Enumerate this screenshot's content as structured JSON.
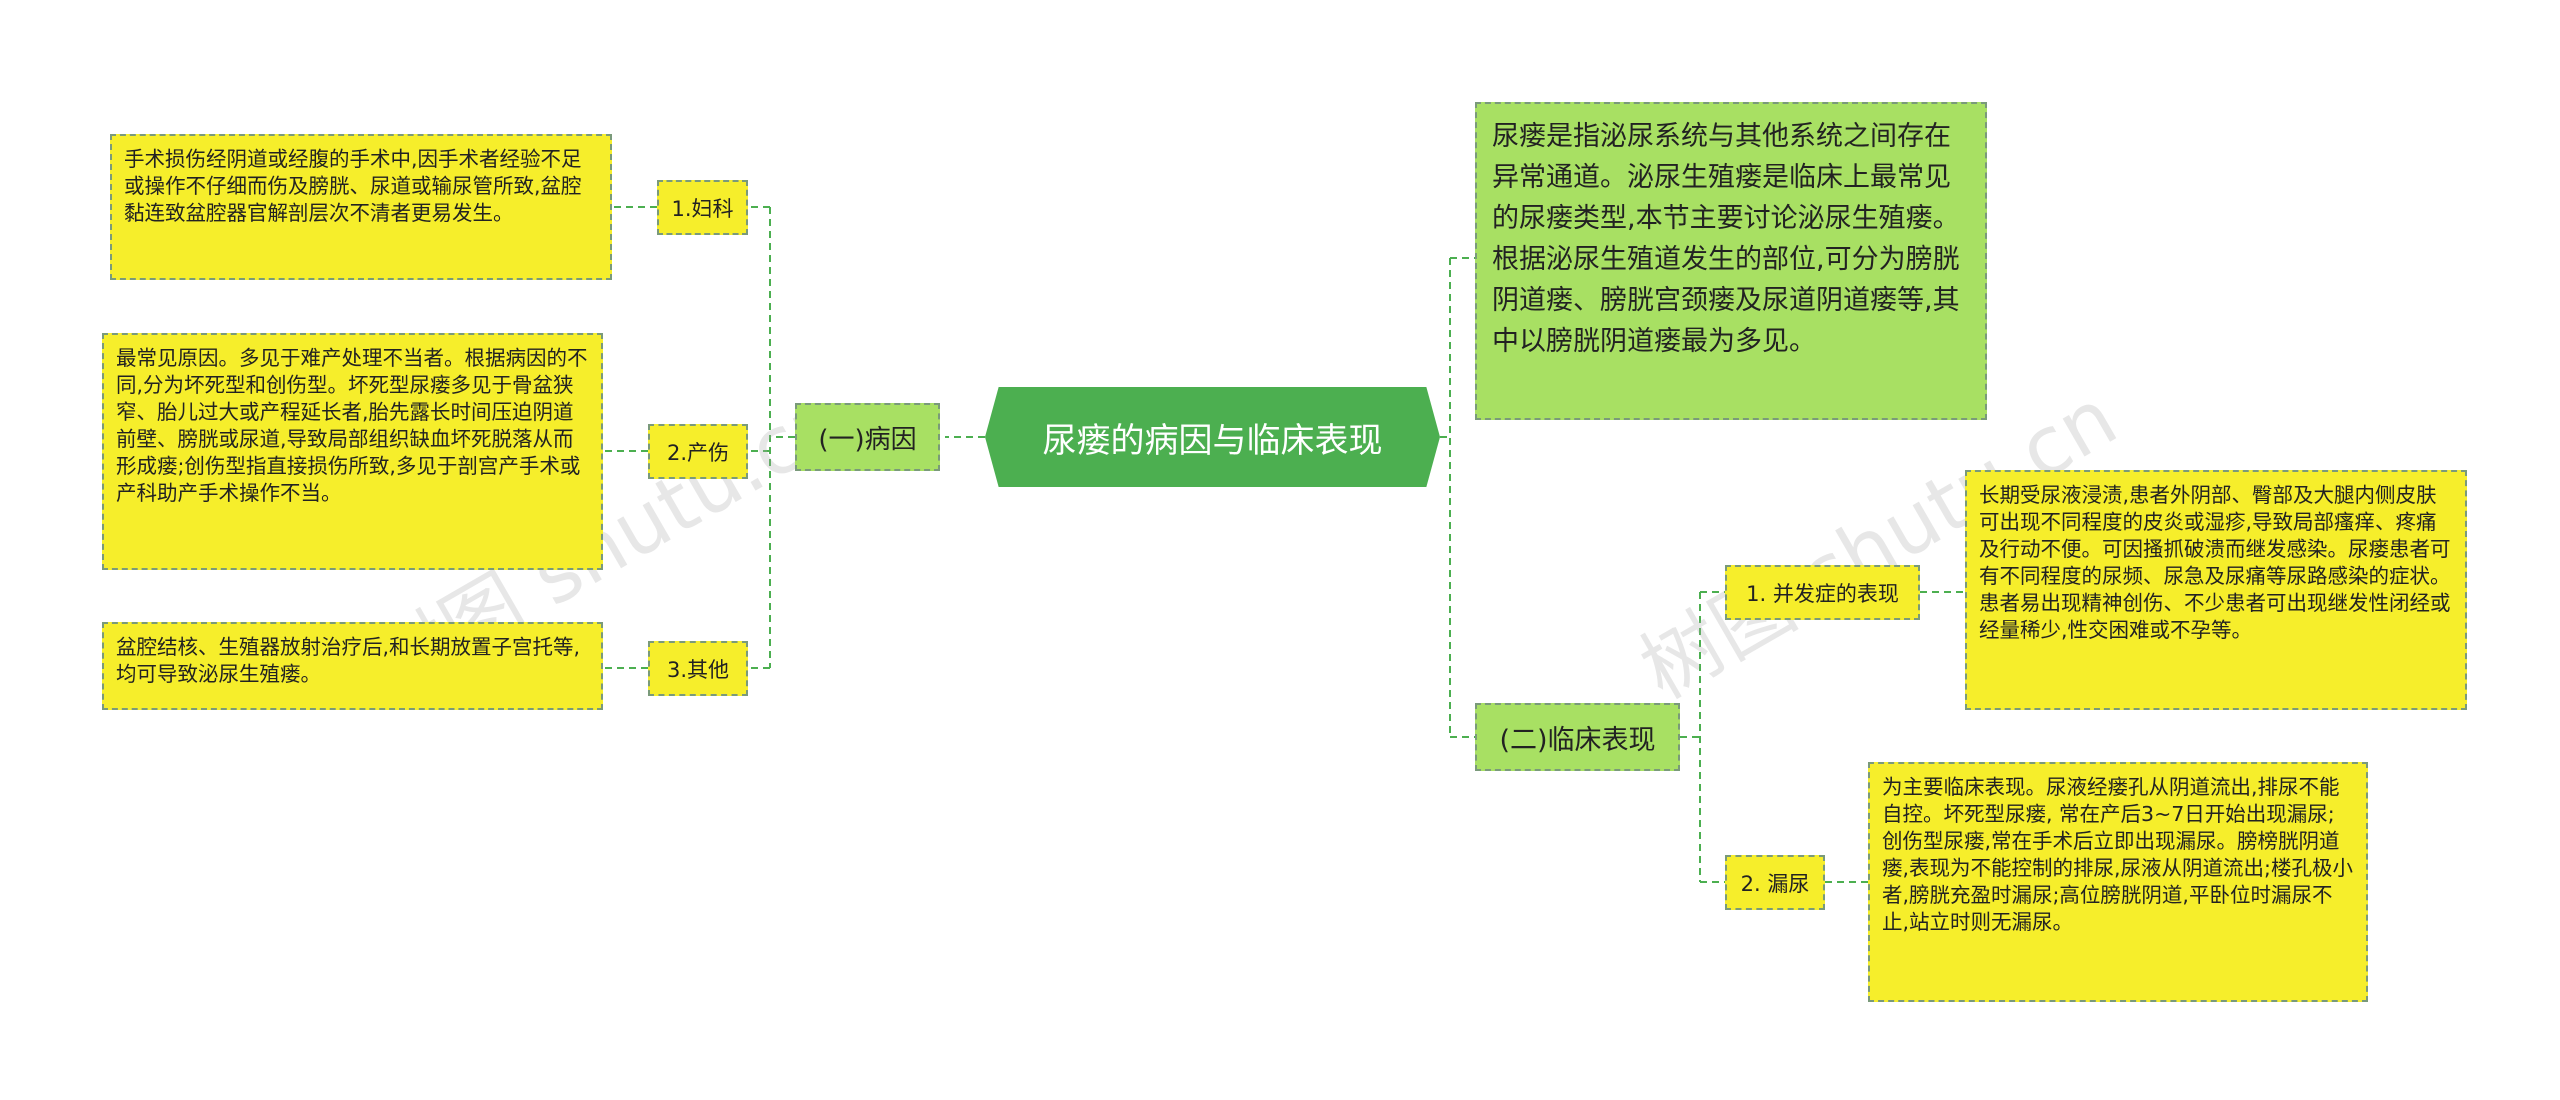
{
  "root": {
    "title": "尿瘘的病因与临床表现"
  },
  "causes": {
    "label": "(一)病因",
    "items": [
      {
        "label": "1.妇科",
        "text": "手术损伤经阴道或经腹的手术中,因手术者经验不足或操作不仔细而伤及膀胱、尿道或输尿管所致,盆腔黏连致盆腔器官解剖层次不清者更易发生。"
      },
      {
        "label": "2.产伤",
        "text": "最常见原因。多见于难产处理不当者。根据病因的不同,分为坏死型和创伤型。坏死型尿瘘多见于骨盆狭窄、胎儿过大或产程延长者,胎先露长时间压迫阴道前壁、膀胱或尿道,导致局部组织缺血坏死脱落从而形成瘘;创伤型指直接损伤所致,多见于剖宫产手术或产科助产手术操作不当。"
      },
      {
        "label": "3.其他",
        "text": "盆腔结核、生殖器放射治疗后,和长期放置子宫托等,均可导致泌尿生殖瘘。"
      }
    ]
  },
  "definition": {
    "text": "尿瘘是指泌尿系统与其他系统之间存在异常通道。泌尿生殖瘘是临床上最常见的尿瘘类型,本节主要讨论泌尿生殖瘘。根据泌尿生殖道发生的部位,可分为膀胱阴道瘘、膀胱宫颈瘘及尿道阴道瘘等,其中以膀胱阴道瘘最为多见。"
  },
  "clinical": {
    "label": "(二)临床表现",
    "items": [
      {
        "label": "1. 并发症的表现",
        "text": "长期受尿液浸渍,患者外阴部、臀部及大腿内侧皮肤可出现不同程度的皮炎或湿疹,导致局部瘙痒、疼痛及行动不便。可因搔抓破溃而继发感染。尿瘘患者可有不同程度的尿频、尿急及尿痛等尿路感染的症状。患者易出现精神创伤、不少患者可出现继发性闭经或经量稀少,性交困难或不孕等。"
      },
      {
        "label": "2. 漏尿",
        "text": "为主要临床表现。尿液经瘘孔从阴道流出,排尿不能 自控。坏死型尿瘘, 常在产后3~7日开始出现漏尿;创伤型尿瘘,常在手术后立即出现漏尿。膀榜胱阴道瘘,表现为不能控制的排尿,尿液从阴道流出;楼孔极小者,膀胱充盈时漏尿;高位膀胱阴道,平卧位时漏尿不止,站立时则无漏尿。"
      }
    ]
  },
  "watermark": {
    "left": "树图 shutu.cn",
    "right": "树图 shutu.cn"
  },
  "colors": {
    "root": "#4caf50",
    "branch": "#a8e063",
    "leaf": "#f6ee2b",
    "line": "#4caf50"
  }
}
